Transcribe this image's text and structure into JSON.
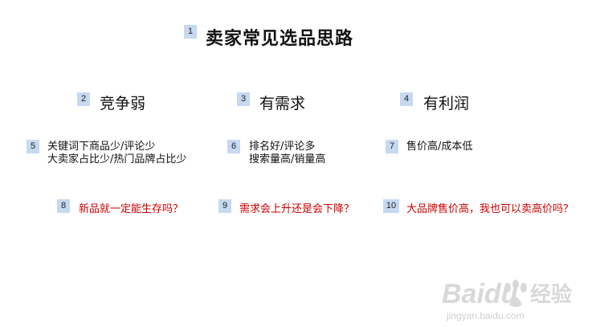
{
  "title": {
    "num": "1",
    "text": "卖家常见选品思路"
  },
  "heads": [
    {
      "num": "2",
      "text": "竞争弱"
    },
    {
      "num": "3",
      "text": "有需求"
    },
    {
      "num": "4",
      "text": "有利润"
    }
  ],
  "details": [
    {
      "num": "5",
      "line1": "关键词下商品少/评论少",
      "line2": "大卖家占比少/热门品牌占比少"
    },
    {
      "num": "6",
      "line1": "排名好/评论多",
      "line2": "搜索量高/销量高"
    },
    {
      "num": "7",
      "line1": "售价高/成本低",
      "line2": ""
    }
  ],
  "questions": [
    {
      "num": "8",
      "text": "新品就一定能生存吗？"
    },
    {
      "num": "9",
      "text": "需求会上升还是会下降？"
    },
    {
      "num": "10",
      "text": "大品牌售价高，我也可以卖高价吗？"
    }
  ],
  "colors": {
    "badge": "#c5d9f1",
    "question": "#cc0000",
    "watermark": "#d8d8d8"
  },
  "watermark": {
    "brand": "Baidu",
    "cn": "经验",
    "url": "jingyan.baidu.com"
  }
}
